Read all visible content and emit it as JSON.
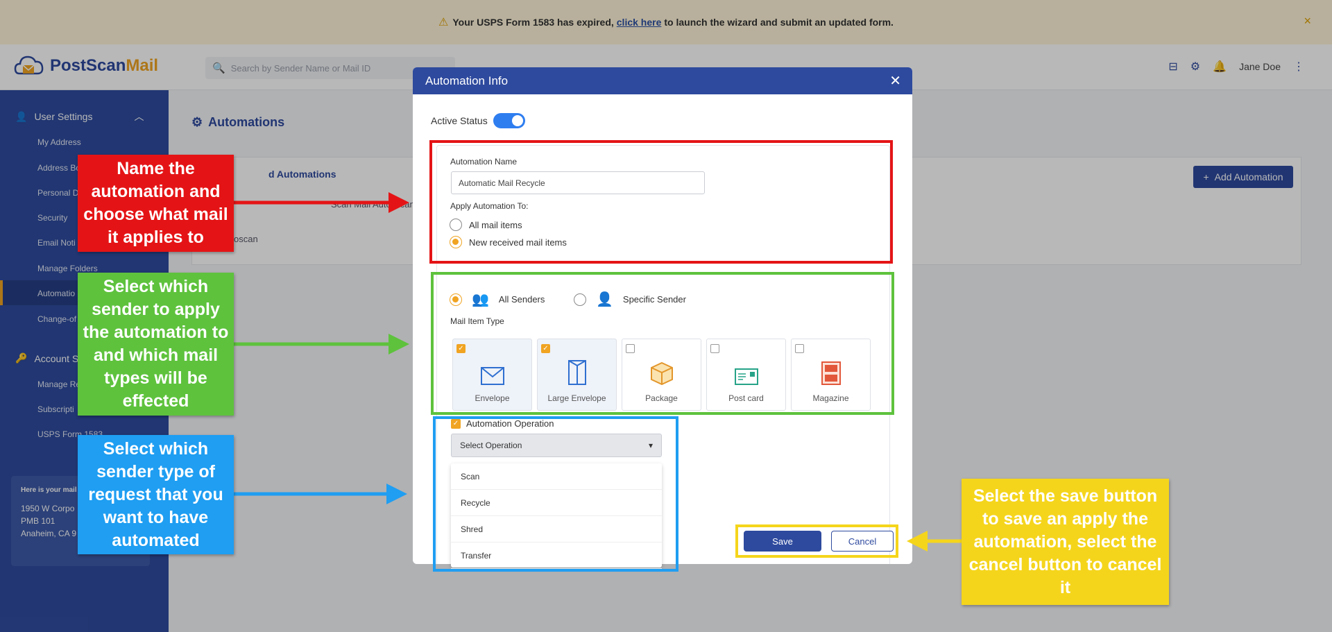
{
  "banner": {
    "text_before": "Your USPS Form 1583 has expired,",
    "link": "click here",
    "text_after": "to launch the wizard and submit an updated form.",
    "close": "×"
  },
  "header": {
    "logo_part1": "PostScan",
    "logo_part2": "Mail",
    "search_placeholder": "Search by Sender Name or Mail ID",
    "user_name": "Jane Doe"
  },
  "sidebar": {
    "group_user_settings": "User Settings",
    "items": [
      "My Address",
      "Address Bo",
      "Personal D",
      "Security",
      "Email Noti",
      "Manage Folders",
      "Automatio",
      "Change-of"
    ],
    "group_account": "Account S",
    "account_items": [
      "Manage Re",
      "Subscripti",
      "USPS Form 1583"
    ],
    "address_box": {
      "title": "Here is your mail",
      "line1": "1950 W Corpo",
      "line2": "PMB 101",
      "line3": "Anaheim, CA 9"
    }
  },
  "main": {
    "title": "Automations",
    "card_title": "d Automations",
    "row1": "Scan Mail Auto-Scan New Items",
    "row2": "oscan",
    "add_button": "Add Automation"
  },
  "modal": {
    "title": "Automation Info",
    "active_status_label": "Active Status",
    "automation_name_label": "Automation Name",
    "automation_name_value": "Automatic Mail Recycle",
    "apply_to_label": "Apply Automation To:",
    "apply_options": [
      "All mail items",
      "New received mail items"
    ],
    "sender_options": [
      "All Senders",
      "Specific Sender"
    ],
    "mail_item_type_label": "Mail Item Type",
    "tiles": [
      {
        "label": "Envelope",
        "checked": true
      },
      {
        "label": "Large Envelope",
        "checked": true
      },
      {
        "label": "Package",
        "checked": false
      },
      {
        "label": "Post card",
        "checked": false
      },
      {
        "label": "Magazine",
        "checked": false
      }
    ],
    "operation_label": "Automation Operation",
    "select_placeholder": "Select Operation",
    "operations": [
      "Scan",
      "Recycle",
      "Shred",
      "Transfer"
    ],
    "save": "Save",
    "cancel": "Cancel"
  },
  "callouts": {
    "red": "Name the automation and choose what mail it applies to",
    "green": "Select which sender to apply the automation to and which mail types will be effected",
    "blue": "Select which sender type of request that you want to have automated",
    "yellow": "Select the save button to save an apply the automation, select the cancel button to cancel it"
  },
  "colors": {
    "brand_blue": "#2e4a9e",
    "accent_orange": "#f0a422",
    "callout_red": "#e41416",
    "callout_green": "#5ec23d",
    "callout_blue": "#1f9ef2",
    "callout_yellow": "#f5d51c"
  }
}
